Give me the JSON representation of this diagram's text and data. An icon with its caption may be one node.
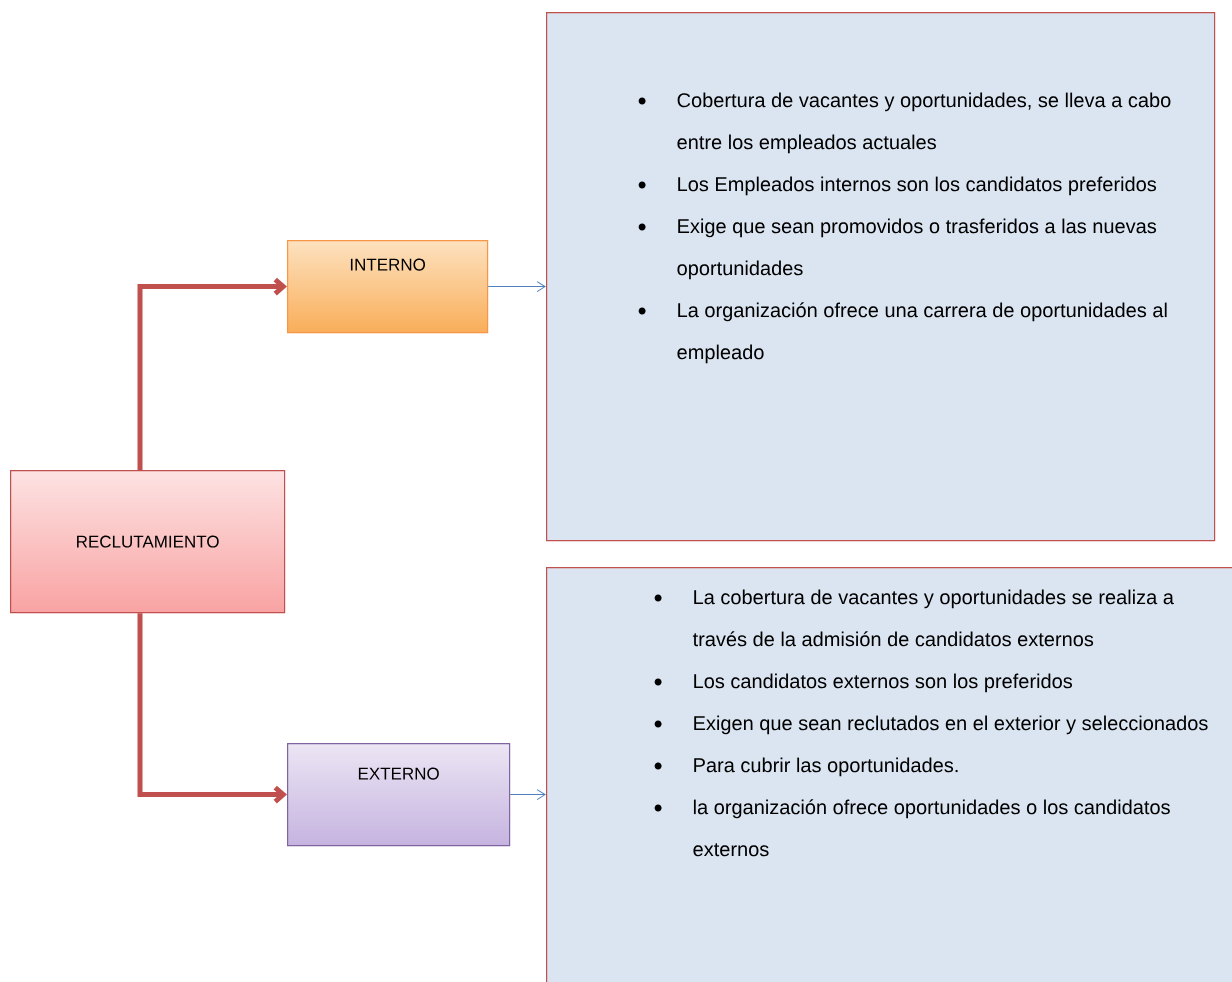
{
  "diagram": {
    "nodes": [
      {
        "text": [
          "RECLUTAMIENTO"
        ]
      },
      {
        "text": [
          "INTERNO"
        ]
      },
      {
        "text": [
          "EXTERNO"
        ]
      },
      {
        "text": [
          "Cobertura de vacantes y oportunidades, se lleva a cabo entre los empleados actuales",
          "Los Empleados internos son los candidatos preferidos",
          "Exige que sean promovidos o trasferidos a las nuevas oportunidades",
          "La organización ofrece una carrera de oportunidades al empleado"
        ]
      },
      {
        "text": [
          "La cobertura de vacantes y oportunidades se realiza a través de la admisión de candidatos externos",
          "Los candidatos externos son los preferidos",
          "Exigen que sean reclutados en el exterior y seleccionados",
          "Para cubrir las oportunidades.",
          "la organización ofrece oportunidades o los candidatos externos"
        ]
      }
    ],
    "edges": [
      {
        "from": 0,
        "to": 1,
        "arrow": "to",
        "style": "thick",
        "color": "#c0504d"
      },
      {
        "from": 0,
        "to": 2,
        "arrow": "to",
        "style": "thick",
        "color": "#c0504d"
      },
      {
        "from": 1,
        "to": 3,
        "arrow": "to",
        "color": "#4f81bd"
      },
      {
        "from": 2,
        "to": 4,
        "arrow": "to",
        "color": "#4f81bd"
      }
    ]
  }
}
